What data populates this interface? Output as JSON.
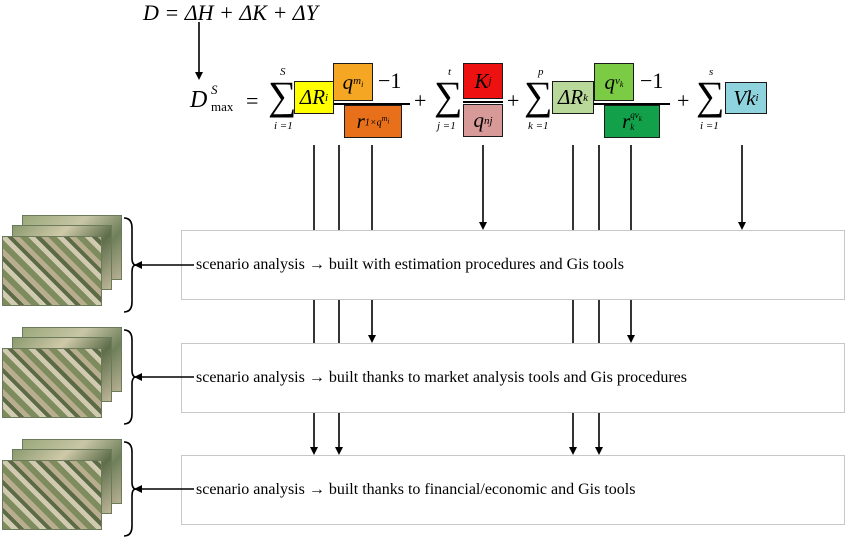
{
  "top_equation": "D = ΔH + ΔK + ΔY",
  "formula": {
    "lhs_base": "D",
    "lhs_sup": "S",
    "lhs_sub": "max",
    "equals": "=",
    "plus": "+",
    "minus_one": "−1",
    "sum_symbol": "∑",
    "sum1": {
      "upper": "S",
      "lower": "i =1"
    },
    "sum2": {
      "upper": "t",
      "lower": "j =1"
    },
    "sum3": {
      "upper": "p",
      "lower": "k =1"
    },
    "sum4": {
      "upper": "s",
      "lower": "i =1"
    },
    "term_delta_r_i": "ΔR",
    "term_delta_r_i_sub": "i",
    "term_q_mi": "q",
    "term_q_mi_sup": "m",
    "term_q_mi_supsub": "i",
    "term_r_1xq": "r",
    "term_r_1xq_sub": "1×q",
    "term_r_1xq_subsup": "m",
    "term_r_1xq_subsupsub": "i",
    "term_k_j": "K",
    "term_k_j_sub": "j",
    "term_q_nj": "q",
    "term_q_nj_sup": "nj",
    "term_delta_r_k": "ΔR",
    "term_delta_r_k_sub": "k",
    "term_q_vk": "q",
    "term_q_vk_sup": "v",
    "term_q_vk_supsub": "k",
    "term_r_k": "r",
    "term_r_k_sub": "k",
    "term_r_k_sup": "qv",
    "term_r_k_supsub": "k",
    "term_vk": "Vk",
    "term_vk_sub": "i"
  },
  "colors": {
    "yellow": "#ffff00",
    "orange_light": "#f5a623",
    "orange_dark": "#e8701a",
    "red": "#ee1111",
    "pink": "#d89a98",
    "green_light": "#b9d99a",
    "green_mid": "#7ccb45",
    "green_dark": "#13a04a",
    "cyan": "#8fd3de"
  },
  "scenarios": [
    {
      "label": "scenario analysis → built with estimation procedures and Gis tools"
    },
    {
      "label": "scenario analysis → built thanks to market analysis tools and Gis procedures"
    },
    {
      "label": "scenario analysis → built thanks to financial/economic and Gis tools"
    }
  ]
}
